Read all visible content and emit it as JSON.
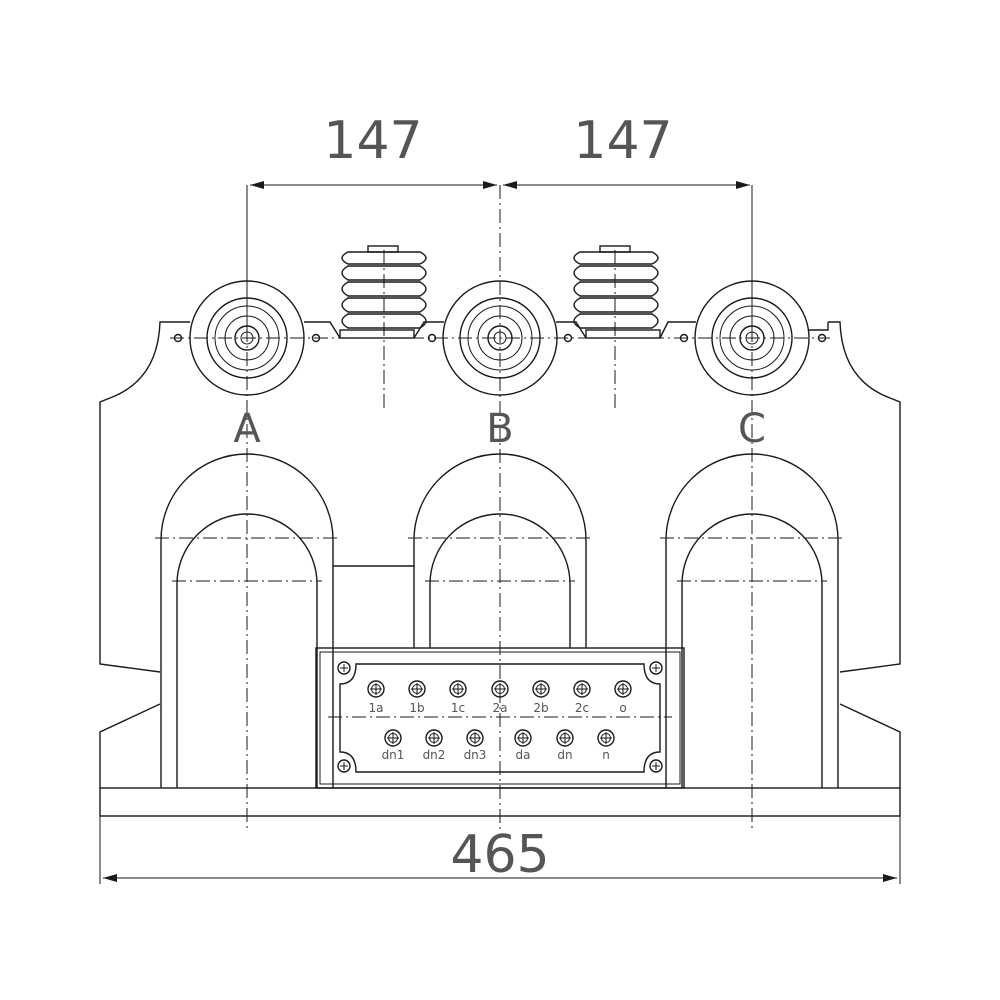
{
  "dimensions": {
    "pitch_left": "147",
    "pitch_right": "147",
    "overall_width": "465"
  },
  "phases": [
    "A",
    "B",
    "C"
  ],
  "terminal_block": {
    "row1": [
      "1a",
      "1b",
      "1c",
      "2a",
      "2b",
      "2c",
      "o"
    ],
    "row2": [
      "dn1",
      "dn2",
      "dn3",
      "da",
      "dn",
      "n"
    ]
  },
  "colors": {
    "line": "#1a1a1a",
    "text": "#555555",
    "background": "#ffffff"
  }
}
